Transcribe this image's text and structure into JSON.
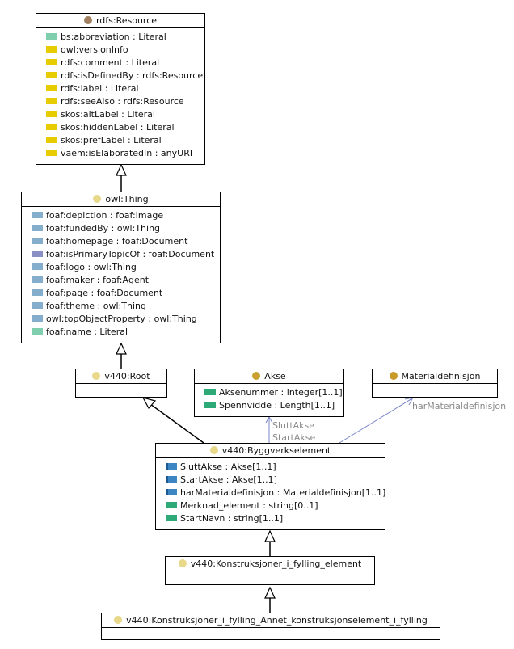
{
  "colors": {
    "literal": "#7fcfae",
    "annotation": "#e6cc00",
    "object_property": "#85aecd",
    "object_property_alt": "#8a8fc6",
    "datatype_property": "#2eaa78",
    "class_dot_resource": "#a08060",
    "class_dot_thing": "#e8d88a",
    "class_dot_akse": "#caa030",
    "class_dot_materiale": "#c89a28",
    "class_dot_v440": "#e8d88a"
  },
  "classes": {
    "resource": {
      "name": "rdfs:Resource",
      "attrs": [
        {
          "text": "bs:abbreviation : Literal",
          "kind": "literal"
        },
        {
          "text": "owl:versionInfo",
          "kind": "annotation"
        },
        {
          "text": "rdfs:comment : Literal",
          "kind": "annotation"
        },
        {
          "text": "rdfs:isDefinedBy : rdfs:Resource",
          "kind": "annotation"
        },
        {
          "text": "rdfs:label : Literal",
          "kind": "annotation"
        },
        {
          "text": "rdfs:seeAlso : rdfs:Resource",
          "kind": "annotation"
        },
        {
          "text": "skos:altLabel : Literal",
          "kind": "annotation"
        },
        {
          "text": "skos:hiddenLabel : Literal",
          "kind": "annotation"
        },
        {
          "text": "skos:prefLabel : Literal",
          "kind": "annotation"
        },
        {
          "text": "vaem:isElaboratedIn : anyURI",
          "kind": "annotation"
        }
      ]
    },
    "thing": {
      "name": "owl:Thing",
      "attrs": [
        {
          "text": "foaf:depiction : foaf:Image",
          "kind": "object_property"
        },
        {
          "text": "foaf:fundedBy : owl:Thing",
          "kind": "object_property"
        },
        {
          "text": "foaf:homepage : foaf:Document",
          "kind": "object_property"
        },
        {
          "text": "foaf:isPrimaryTopicOf : foaf:Document",
          "kind": "object_property_alt"
        },
        {
          "text": "foaf:logo : owl:Thing",
          "kind": "object_property"
        },
        {
          "text": "foaf:maker : foaf:Agent",
          "kind": "object_property"
        },
        {
          "text": "foaf:page : foaf:Document",
          "kind": "object_property"
        },
        {
          "text": "foaf:theme : owl:Thing",
          "kind": "object_property"
        },
        {
          "text": "owl:topObjectProperty : owl:Thing",
          "kind": "object_property"
        },
        {
          "text": "foaf:name : Literal",
          "kind": "literal"
        }
      ]
    },
    "root": {
      "name": "v440:Root",
      "attrs": []
    },
    "akse": {
      "name": "Akse",
      "attrs": [
        {
          "text": "Aksenummer : integer[1..1]",
          "kind": "datatype_property"
        },
        {
          "text": "Spennvidde : Length[1..1]",
          "kind": "datatype_property"
        }
      ]
    },
    "materiale": {
      "name": "Materialdefinisjon",
      "attrs": []
    },
    "byggverk": {
      "name": "v440:Byggverkselement",
      "attrs": [
        {
          "text": "SluttAkse : Akse[1..1]",
          "kind": "object_property_dark"
        },
        {
          "text": "StartAkse : Akse[1..1]",
          "kind": "object_property_dark"
        },
        {
          "text": "harMaterialdefinisjon : Materialdefinisjon[1..1]",
          "kind": "object_property_dark"
        },
        {
          "text": "Merknad_element : string[0..1]",
          "kind": "datatype_property"
        },
        {
          "text": "StartNavn : string[1..1]",
          "kind": "datatype_property"
        }
      ]
    },
    "konstruksjoner": {
      "name": "v440:Konstruksjoner_i_fylling_element",
      "attrs": []
    },
    "annet": {
      "name": "v440:Konstruksjoner_i_fylling_Annet_konstruksjonselement_i_fylling",
      "attrs": []
    }
  },
  "edge_labels": {
    "slutt": "SluttAkse",
    "start": "StartAkse",
    "materiale": "harMaterialdefinisjon"
  }
}
